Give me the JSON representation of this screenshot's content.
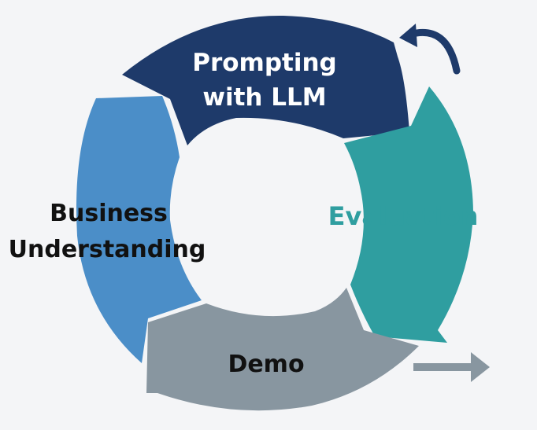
{
  "colors": {
    "background": "#f4f5f7",
    "prompting": "#1e3a6a",
    "evaluation": "#2f9ea0",
    "demo": "#8896a0",
    "business": "#4b8ec8",
    "dark_text": "#111111",
    "light_text": "#ffffff",
    "teal_text": "#2f9ea0"
  },
  "stages": [
    {
      "id": "prompting",
      "line1": "Prompting",
      "line2": "with LLM",
      "color": "#1e3a6a",
      "text_color": "#ffffff"
    },
    {
      "id": "evaluation",
      "line1": "Evaluation",
      "line2": "",
      "color": "#2f9ea0",
      "text_color": "#2f9ea0"
    },
    {
      "id": "demo",
      "line1": "Demo",
      "line2": "",
      "color": "#8896a0",
      "text_color": "#111111"
    },
    {
      "id": "business",
      "line1": "Business",
      "line2": "Understanding",
      "color": "#4b8ec8",
      "text_color": "#111111"
    }
  ],
  "icons": {
    "top_right": "curved-arrow-icon",
    "bottom_right": "right-arrow-icon"
  }
}
